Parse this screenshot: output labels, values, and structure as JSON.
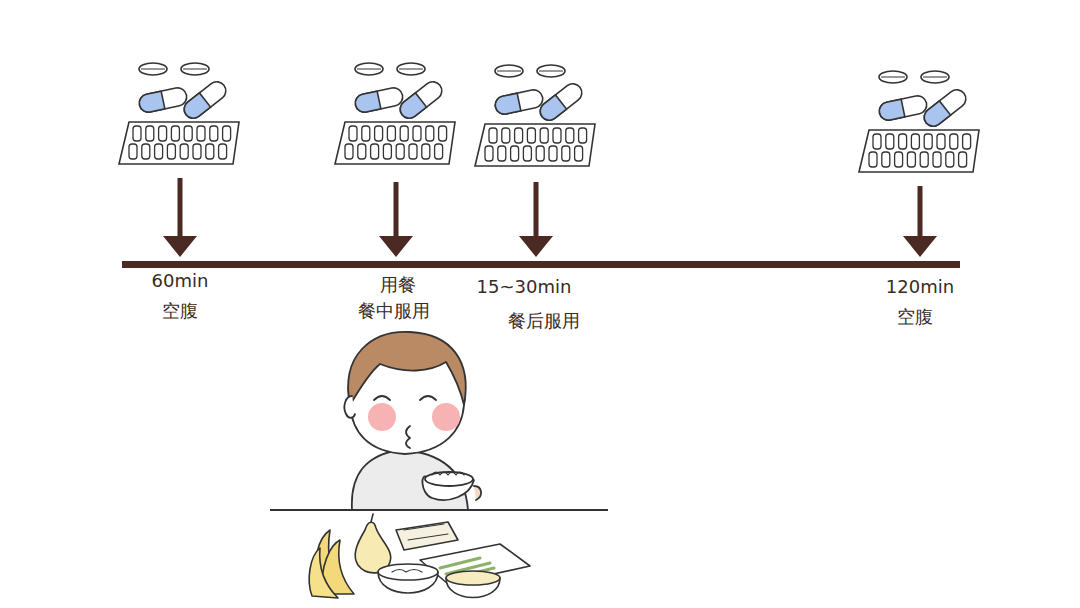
{
  "diagram": {
    "labels": [
      "60min",
      "空腹",
      "用餐",
      "餐中服用",
      "15~30min",
      "餐后服用",
      "120min",
      "空腹"
    ]
  }
}
